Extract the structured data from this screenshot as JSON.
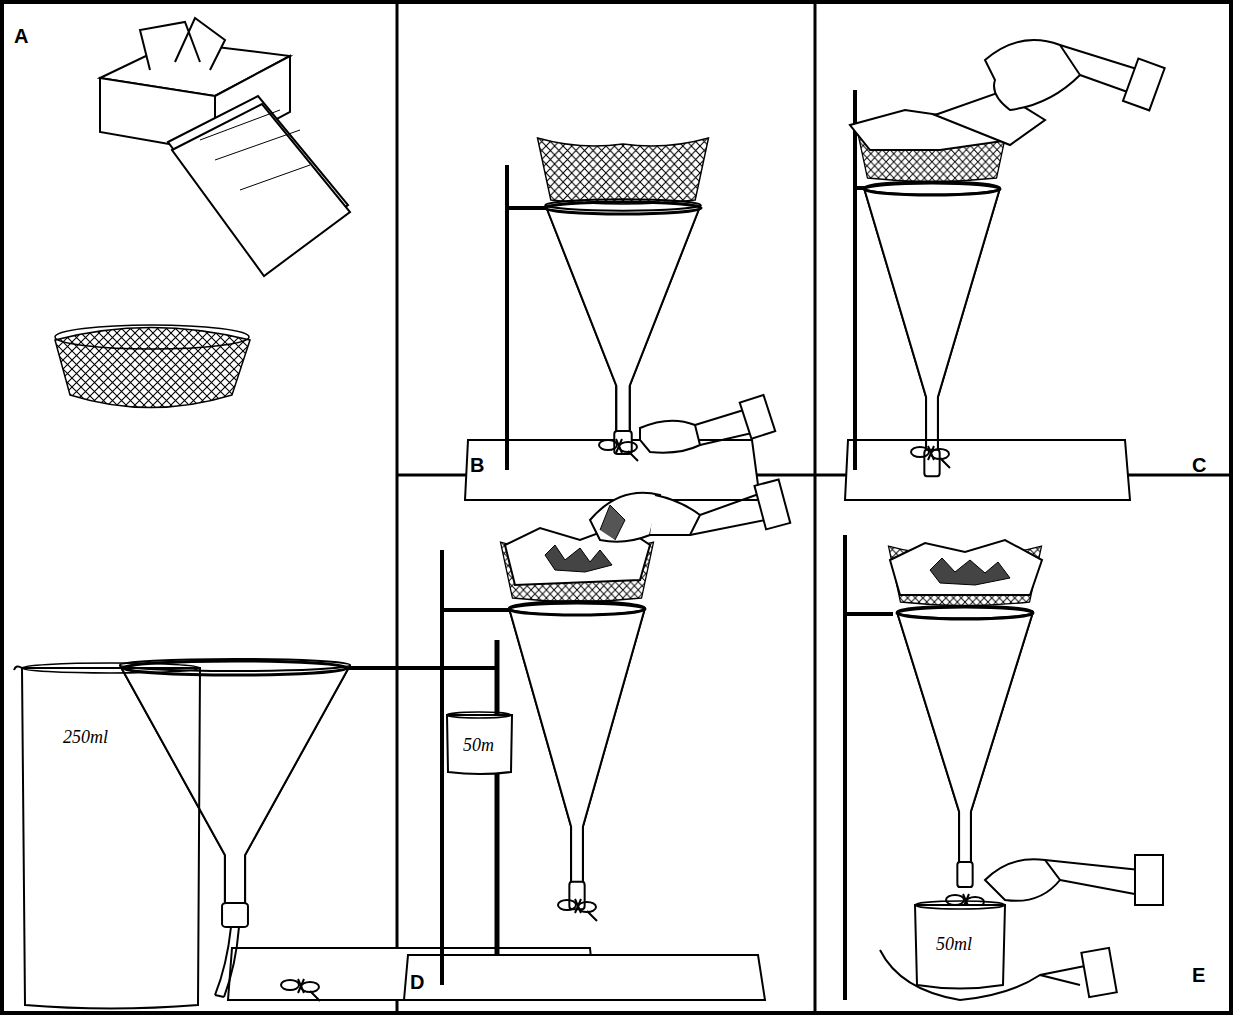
{
  "diagram": {
    "labels": [
      "A",
      "B",
      "C",
      "D",
      "E",
      "250ml",
      "50m",
      "50ml"
    ]
  }
}
